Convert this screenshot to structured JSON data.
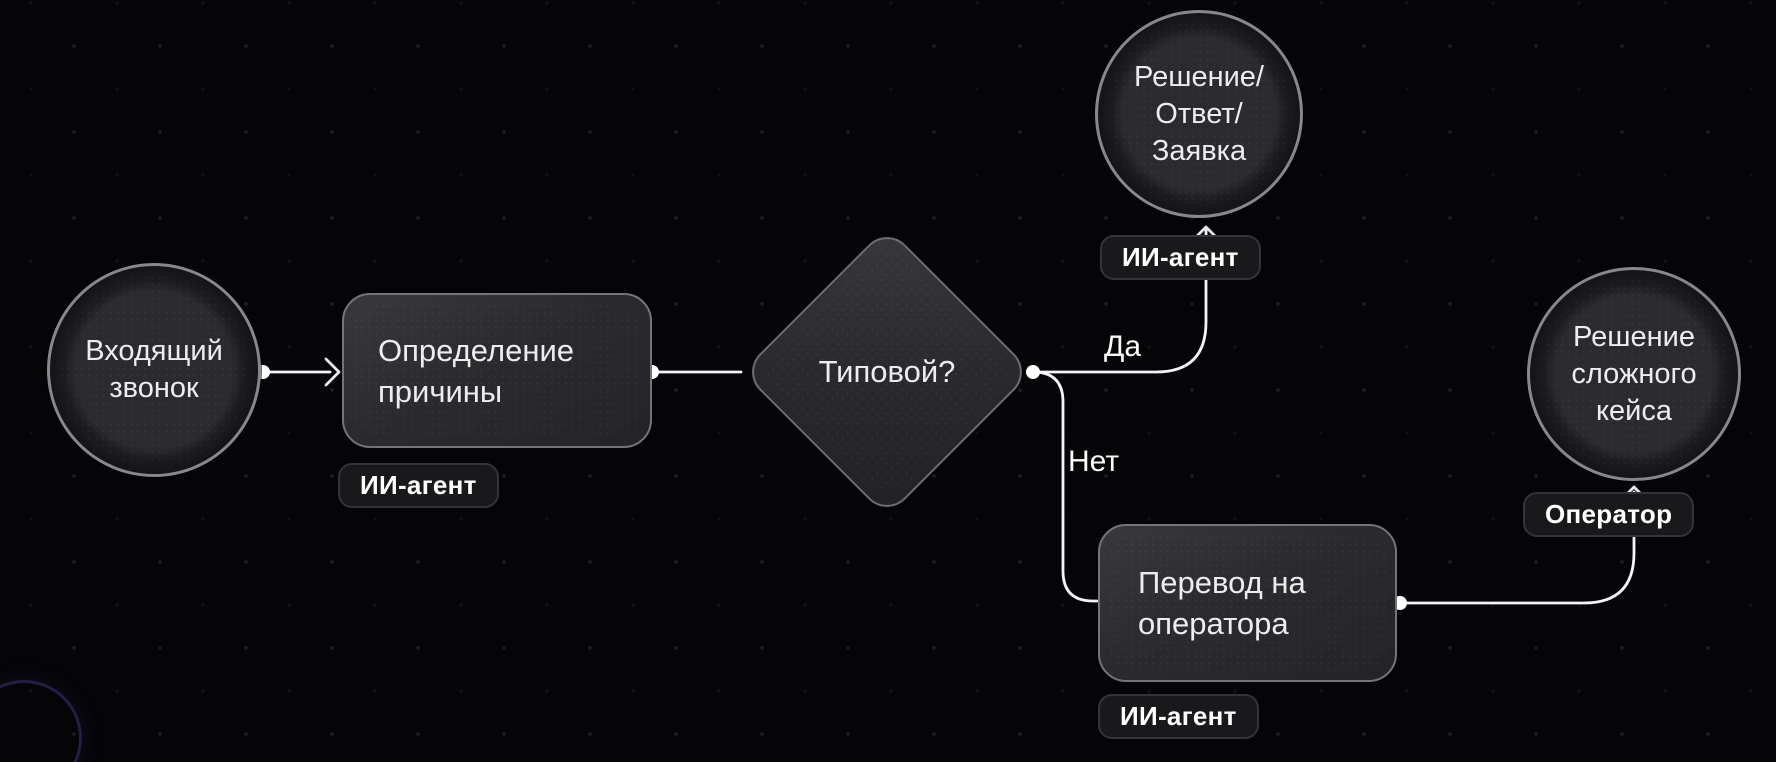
{
  "canvas": {
    "background_color": "#050508",
    "edge_color": "#f4f4f6",
    "node_fill": "#2b2b2e",
    "node_border": "#87888d",
    "badge_fill": "#19191c",
    "text_color": "#ededef"
  },
  "nodes": [
    {
      "id": "incoming-call",
      "type": "circle",
      "label": "Входящий\nзвонок"
    },
    {
      "id": "determine-cause",
      "type": "rect",
      "label": "Определение\nпричины",
      "badge": "ИИ-агент"
    },
    {
      "id": "typical",
      "type": "diamond",
      "label": "Типовой?"
    },
    {
      "id": "solution-answer",
      "type": "circle",
      "label": "Решение/\nОтвет/\nЗаявка",
      "badge": "ИИ-агент"
    },
    {
      "id": "transfer-operator",
      "type": "rect",
      "label": "Перевод на\nоператора",
      "badge": "ИИ-агент"
    },
    {
      "id": "complex-case",
      "type": "circle",
      "label": "Решение\nсложного\nкейса",
      "badge": "Оператор"
    }
  ],
  "edges": {
    "yes_label": "Да",
    "no_label": "Нет"
  }
}
